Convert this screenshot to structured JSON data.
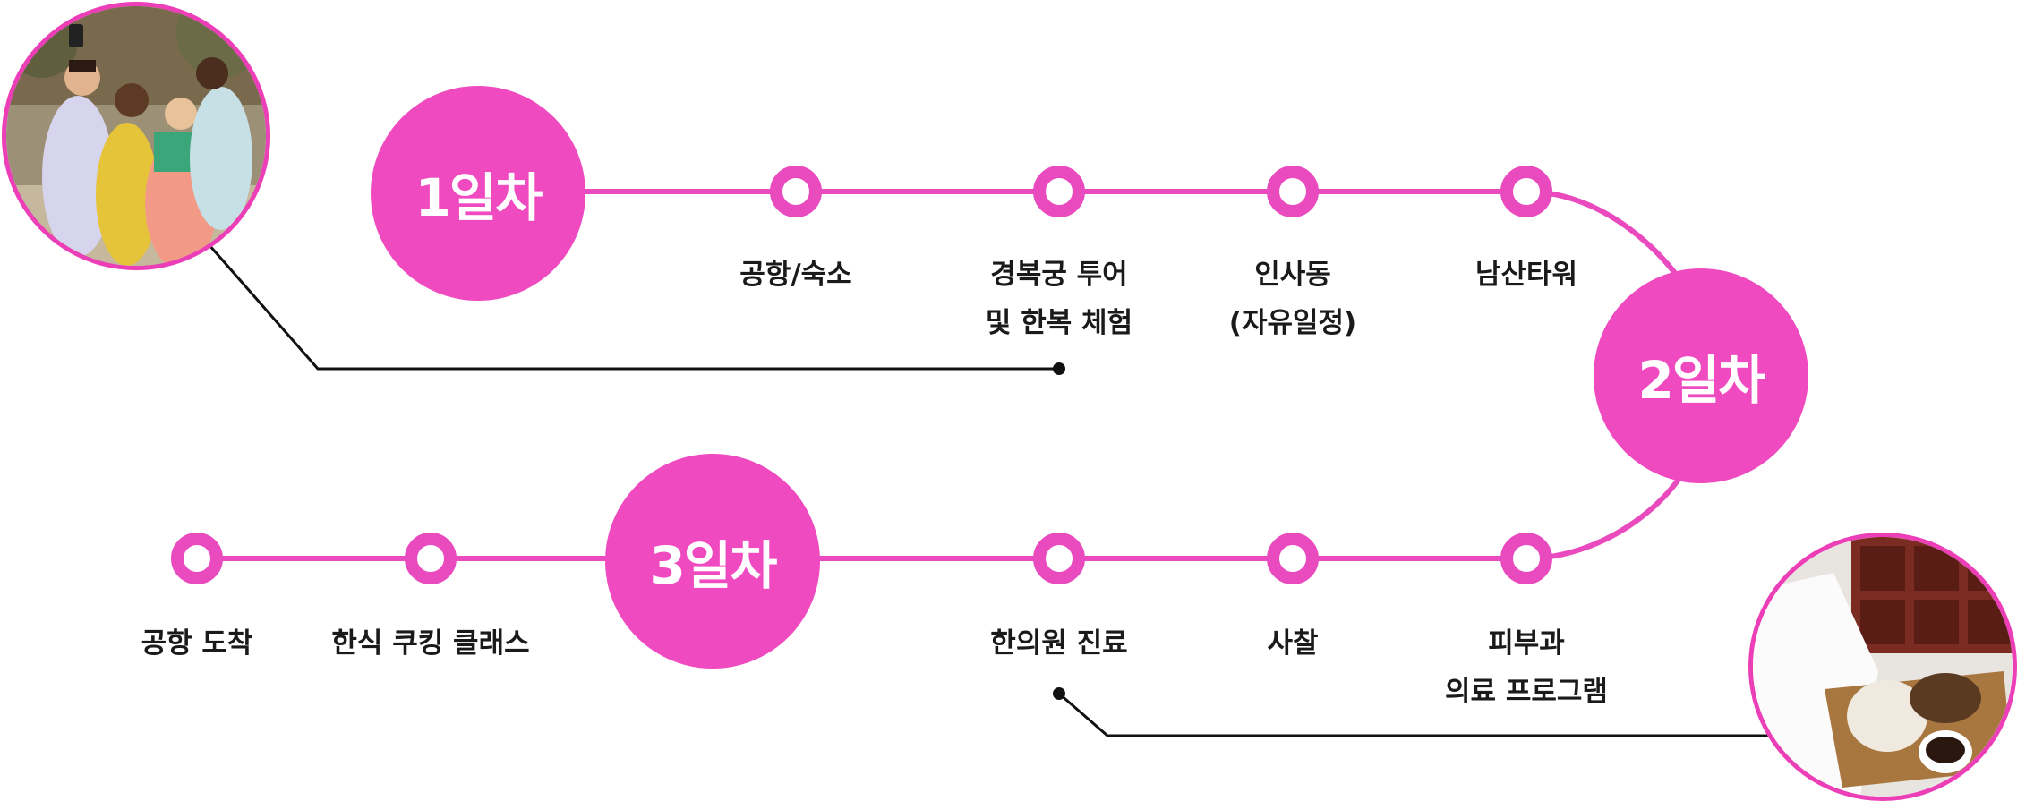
{
  "colors": {
    "accent": "#f04ac0",
    "line": "#e94bbf",
    "connector": "#111111",
    "text": "#1a1a1a"
  },
  "days": [
    {
      "id": "day1",
      "label": "1일차"
    },
    {
      "id": "day2",
      "label": "2일차"
    },
    {
      "id": "day3",
      "label": "3일차"
    }
  ],
  "stops": {
    "airport_lodging": {
      "line1": "공항/숙소"
    },
    "gyeongbokgung": {
      "line1": "경복궁 투어",
      "line2": "및 한복 체험"
    },
    "insadong": {
      "line1": "인사동",
      "line2": "(자유일정)"
    },
    "namsan": {
      "line1": "남산타워"
    },
    "dermatology": {
      "line1": "피부과",
      "line2": "의료 프로그램"
    },
    "temple": {
      "line1": "사찰"
    },
    "oriental_clinic": {
      "line1": "한의원 진료"
    },
    "cooking": {
      "line1": "한식 쿠킹 클래스"
    },
    "airport_arrival": {
      "line1": "공항 도착"
    }
  },
  "photos": {
    "hanbok_group": {
      "icon": "hanbok-group-selfie-photo"
    },
    "herbal_medicine": {
      "icon": "herbal-medicine-photo"
    }
  }
}
